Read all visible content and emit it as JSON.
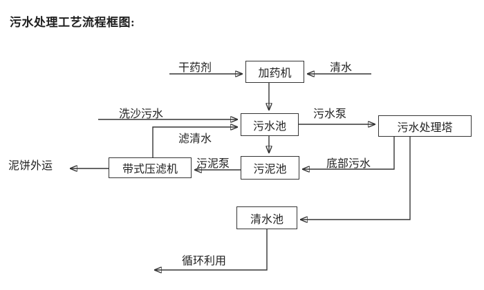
{
  "title": "污水处理工艺流程框图:",
  "diagram": {
    "type": "flowchart",
    "line_color": "#333333",
    "background": "#ffffff",
    "nodes": [
      {
        "id": "dosing-machine",
        "label": "加药机"
      },
      {
        "id": "sewage-pool",
        "label": "污水池"
      },
      {
        "id": "sewage-treatment-tower",
        "label": "污水处理塔"
      },
      {
        "id": "sludge-pool",
        "label": "污泥池"
      },
      {
        "id": "belt-filter-press",
        "label": "带式压滤机"
      },
      {
        "id": "clean-water-pool",
        "label": "清水池"
      }
    ],
    "flow_labels": [
      {
        "id": "dry-agent",
        "text": "干药剂"
      },
      {
        "id": "clean-water-in",
        "text": "清水"
      },
      {
        "id": "sand-washing-sewage",
        "text": "洗沙污水"
      },
      {
        "id": "sewage-pump",
        "text": "污水泵"
      },
      {
        "id": "filtered-water",
        "text": "滤清水"
      },
      {
        "id": "sludge-pump",
        "text": "污泥泵"
      },
      {
        "id": "bottom-sewage",
        "text": "底部污水"
      },
      {
        "id": "mud-cake-out",
        "text": "泥饼外运"
      },
      {
        "id": "recycling",
        "text": "循环利用"
      }
    ],
    "edges": [
      {
        "from": "dry-agent-source",
        "to": "dosing-machine",
        "label": "干药剂"
      },
      {
        "from": "clean-water-source",
        "to": "dosing-machine",
        "label": "清水"
      },
      {
        "from": "dosing-machine",
        "to": "sewage-pool",
        "label": ""
      },
      {
        "from": "sand-washing-source",
        "to": "sewage-pool",
        "label": "洗沙污水"
      },
      {
        "from": "belt-filter-press",
        "to": "sewage-pool",
        "label": "滤清水"
      },
      {
        "from": "sewage-pool",
        "to": "sewage-treatment-tower",
        "label": "污水泵"
      },
      {
        "from": "sewage-pool",
        "to": "sludge-pool",
        "label": ""
      },
      {
        "from": "sewage-treatment-tower",
        "to": "sludge-pool",
        "label": "底部污水"
      },
      {
        "from": "sludge-pool",
        "to": "belt-filter-press",
        "label": "污泥泵"
      },
      {
        "from": "belt-filter-press",
        "to": "mud-cake-out",
        "label": "泥饼外运"
      },
      {
        "from": "sewage-treatment-tower",
        "to": "clean-water-pool",
        "label": ""
      },
      {
        "from": "clean-water-pool",
        "to": "recycling-out",
        "label": "循环利用"
      }
    ]
  }
}
